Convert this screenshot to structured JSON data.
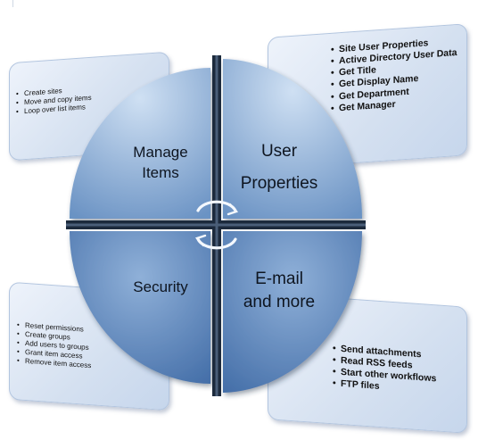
{
  "diagram": {
    "quadrants": [
      {
        "id": "manage",
        "title_lines": [
          "Manage",
          "Items"
        ]
      },
      {
        "id": "user",
        "title_lines": [
          "User",
          "Properties"
        ]
      },
      {
        "id": "security",
        "title_lines": [
          "Security"
        ]
      },
      {
        "id": "email",
        "title_lines": [
          "E-mail",
          "and more"
        ]
      }
    ],
    "panels": {
      "manage_items": [
        "Create sites",
        "Move and copy items",
        "Loop over list items"
      ],
      "user_properties": [
        "Site User Properties",
        "Active Directory User Data",
        "Get Title",
        "Get Display Name",
        "Get Department",
        "Get Manager"
      ],
      "security": [
        "Reset permissions",
        "Create groups",
        "Add users to groups",
        "Grant item access",
        "Remove item access"
      ],
      "email_more": [
        "Send attachments",
        "Read RSS feeds",
        "Start other workflows",
        "FTP files"
      ]
    },
    "colors": {
      "quadrant_top_light": "#cfe0f3",
      "quadrant_top_dark": "#6b93c4",
      "quadrant_bottom_light": "#8fb0d8",
      "quadrant_bottom_dark": "#3f6aa5",
      "divider": "#1c2a3c",
      "panel_fill": "#dbe5f3"
    }
  }
}
